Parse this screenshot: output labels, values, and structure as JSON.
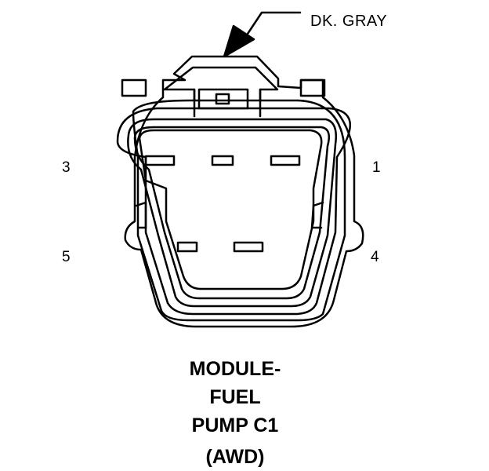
{
  "connector": {
    "color_callout": "DK. GRAY",
    "pins": {
      "top_left": "3",
      "top_right": "1",
      "bottom_left": "5",
      "bottom_right": "4"
    }
  },
  "caption": {
    "line1": "MODULE-",
    "line2": "FUEL",
    "line3": "PUMP C1",
    "line4": "(AWD)"
  }
}
